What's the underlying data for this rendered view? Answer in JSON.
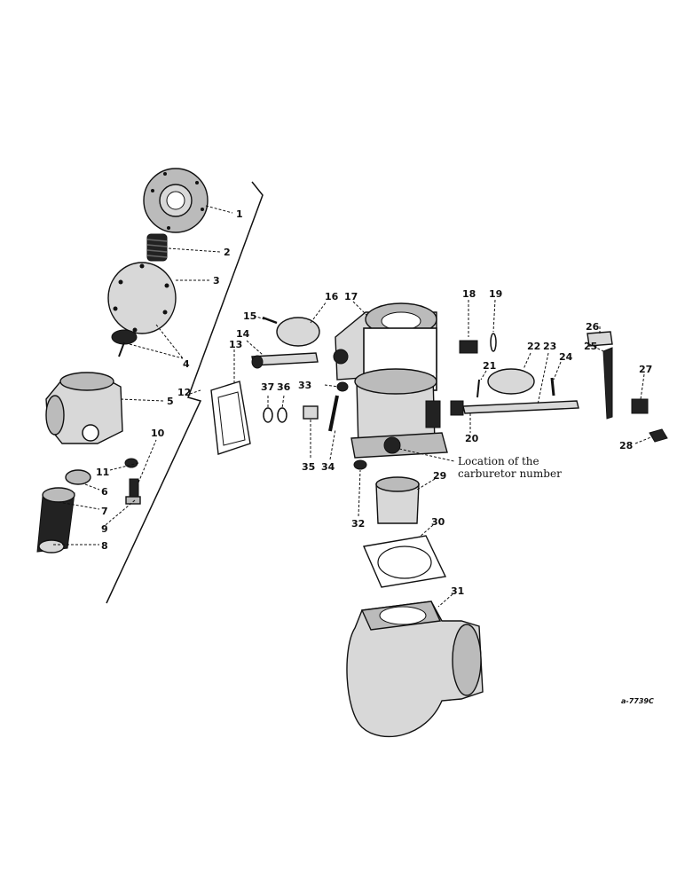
{
  "callouts": [
    "1",
    "2",
    "3",
    "4",
    "5",
    "6",
    "7",
    "8",
    "9",
    "10",
    "11",
    "12",
    "13",
    "14",
    "15",
    "16",
    "17",
    "18",
    "19",
    "20",
    "21",
    "22",
    "23",
    "24",
    "25",
    "26",
    "27",
    "28",
    "29",
    "30",
    "31",
    "32",
    "33",
    "34",
    "35",
    "36",
    "37"
  ],
  "note": {
    "line1": "Location of the",
    "line2": "carburetor number"
  },
  "drawing_code": "a-7739C"
}
